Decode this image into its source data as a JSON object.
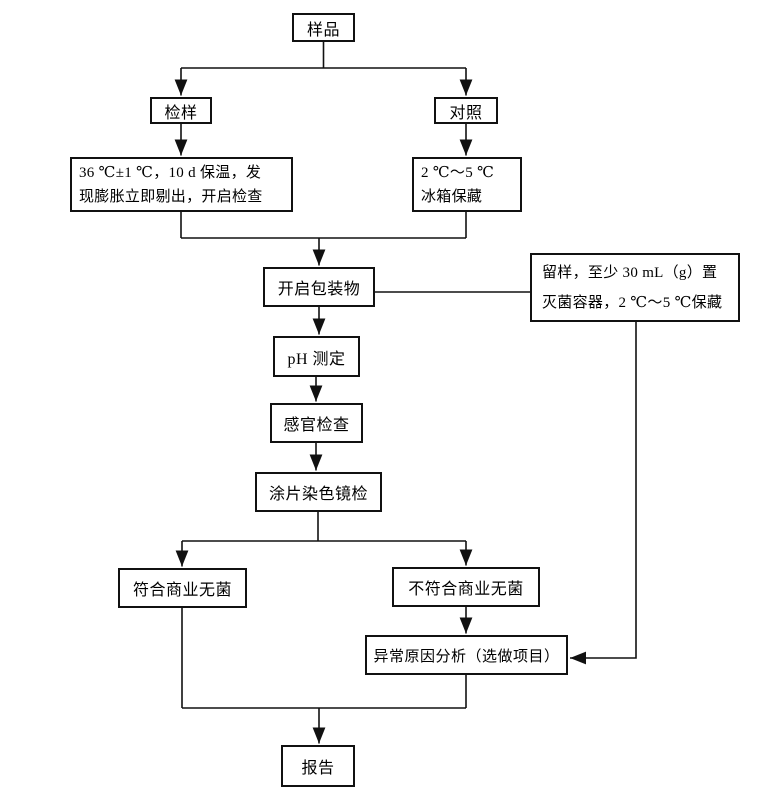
{
  "colors": {
    "background": "#ffffff",
    "line": "#000000",
    "text": "#000000",
    "box_fill": "#ffffff"
  },
  "nodes": {
    "sample": {
      "label": "样品"
    },
    "test_sample": {
      "label": "检样"
    },
    "control": {
      "label": "对照"
    },
    "incubation": {
      "label": "36 ℃±1 ℃，10 d 保温，发现膨胀立即剔出，开启检查",
      "lines": [
        "36 ℃±1 ℃，10 d 保温，发",
        "现膨胀立即剔出，开启检查"
      ]
    },
    "fridge_storage": {
      "label": "2 ℃～5 ℃冰箱保藏",
      "lines": [
        "2 ℃～5 ℃",
        "冰箱保藏"
      ]
    },
    "open_package": {
      "label": "开启包装物"
    },
    "retain_sample": {
      "label": "留样，至少 30 mL（g）置灭菌容器，2 ℃～5 ℃保藏",
      "lines": [
        "留样，至少 30 mL（g）置",
        "灭菌容器，2 ℃～5 ℃保藏"
      ]
    },
    "ph_test": {
      "label": "pH 测定"
    },
    "sensory_exam": {
      "label": "感官检查"
    },
    "smear_microscopy": {
      "label": "涂片染色镜检"
    },
    "conform": {
      "label": "符合商业无菌"
    },
    "nonconform": {
      "label": "不符合商业无菌"
    },
    "abnormal_analysis": {
      "label": "异常原因分析（选做项目）"
    },
    "report": {
      "label": "报告"
    }
  },
  "edges": [
    {
      "from": "sample",
      "to": "test_sample",
      "arrow": true
    },
    {
      "from": "sample",
      "to": "control",
      "arrow": true
    },
    {
      "from": "test_sample",
      "to": "incubation",
      "arrow": true
    },
    {
      "from": "control",
      "to": "fridge_storage",
      "arrow": true
    },
    {
      "from": "incubation",
      "to": "open_package",
      "arrow": true
    },
    {
      "from": "fridge_storage",
      "to": "open_package",
      "arrow": true
    },
    {
      "from": "open_package",
      "to": "retain_sample",
      "arrow": false
    },
    {
      "from": "open_package",
      "to": "ph_test",
      "arrow": true
    },
    {
      "from": "ph_test",
      "to": "sensory_exam",
      "arrow": true
    },
    {
      "from": "sensory_exam",
      "to": "smear_microscopy",
      "arrow": true
    },
    {
      "from": "smear_microscopy",
      "to": "conform",
      "arrow": true
    },
    {
      "from": "smear_microscopy",
      "to": "nonconform",
      "arrow": true
    },
    {
      "from": "nonconform",
      "to": "abnormal_analysis",
      "arrow": true
    },
    {
      "from": "retain_sample",
      "to": "abnormal_analysis",
      "arrow": true
    },
    {
      "from": "conform",
      "to": "report",
      "arrow": true
    },
    {
      "from": "abnormal_analysis",
      "to": "report",
      "arrow": true
    }
  ]
}
